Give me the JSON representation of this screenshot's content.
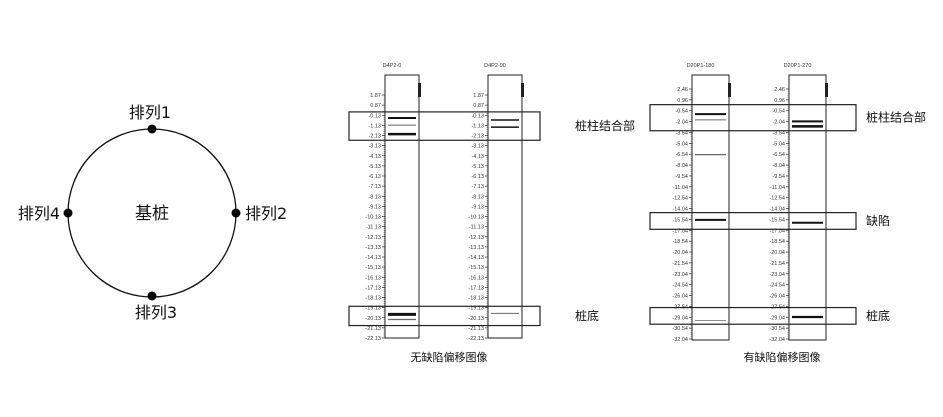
{
  "circle_diagram": {
    "center_label": "基桩",
    "arrays": [
      "排列1",
      "排列2",
      "排列3",
      "排列4"
    ]
  },
  "panels": [
    {
      "caption": "无缺陷偏移图像",
      "ticks": [
        "1.87",
        "0.87",
        "-0.13",
        "-1.13",
        "-2.13",
        "-3.13",
        "-4.13",
        "-5.13",
        "-6.13",
        "-7.13",
        "-8.13",
        "-9.13",
        "-10.13",
        "-11.13",
        "-12.13",
        "-13.13",
        "-14.13",
        "-15.13",
        "-16.13",
        "-17.13",
        "-18.13",
        "-19.13",
        "-20.13",
        "-21.13",
        "-22.13"
      ],
      "strips": [
        {
          "title": "D4P2-0",
          "reflections": [
            {
              "depth": -0.4,
              "w": 2
            },
            {
              "depth": -1.1,
              "w": 1
            },
            {
              "depth": -2.0,
              "w": 2.5
            },
            {
              "depth": -19.8,
              "w": 3
            },
            {
              "depth": -20.3,
              "w": 1.2
            }
          ]
        },
        {
          "title": "D4P2-90",
          "reflections": [
            {
              "depth": -0.6,
              "w": 1.5
            },
            {
              "depth": -1.3,
              "w": 1.5
            },
            {
              "depth": -19.7,
              "w": 1
            }
          ]
        }
      ],
      "zones": [
        {
          "label": "桩柱结合部",
          "from": 0.2,
          "to": -2.6
        },
        {
          "label": "桩底",
          "from": -19.0,
          "to": -20.9
        }
      ]
    },
    {
      "caption": "有缺陷偏移图像",
      "ticks": [
        "2.46",
        "0.96",
        "-0.54",
        "-2.04",
        "-3.54",
        "-5.04",
        "-6.54",
        "-8.04",
        "-9.54",
        "-11.04",
        "-12.54",
        "-14.04",
        "-15.54",
        "-17.04",
        "-18.54",
        "-20.04",
        "-21.54",
        "-23.04",
        "-24.54",
        "-26.04",
        "-27.54",
        "-29.04",
        "-30.54",
        "-32.04"
      ],
      "strips": [
        {
          "title": "D20P1-180",
          "reflections": [
            {
              "depth": -1.0,
              "w": 2
            },
            {
              "depth": -1.8,
              "w": 1
            },
            {
              "depth": -6.6,
              "w": 1.3
            },
            {
              "depth": -15.6,
              "w": 2
            },
            {
              "depth": -29.5,
              "w": 0.8
            }
          ]
        },
        {
          "title": "D20P1-270",
          "reflections": [
            {
              "depth": -2.0,
              "w": 2
            },
            {
              "depth": -2.7,
              "w": 2.5
            },
            {
              "depth": -16.0,
              "w": 2
            },
            {
              "depth": -29.0,
              "w": 2.2
            }
          ]
        }
      ],
      "zones": [
        {
          "label": "桩柱结合部",
          "from": 0.3,
          "to": -3.3
        },
        {
          "label": "缺陷",
          "from": -14.6,
          "to": -16.9
        },
        {
          "label": "桩底",
          "from": -27.7,
          "to": -30.0
        }
      ]
    }
  ]
}
